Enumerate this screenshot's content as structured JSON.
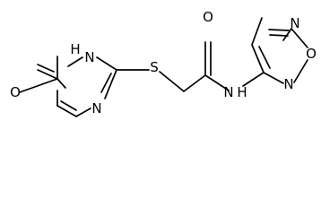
{
  "atoms": {
    "oxo_O": "O",
    "ring_NH": "H",
    "ring_NH_N": "N",
    "ring_N": "N",
    "thio_S": "S",
    "carbonyl_O": "O",
    "amide_N": "N",
    "amide_H": "H",
    "furazan_O": "O",
    "furazan_N_left": "N",
    "furazan_N_top": "N"
  }
}
